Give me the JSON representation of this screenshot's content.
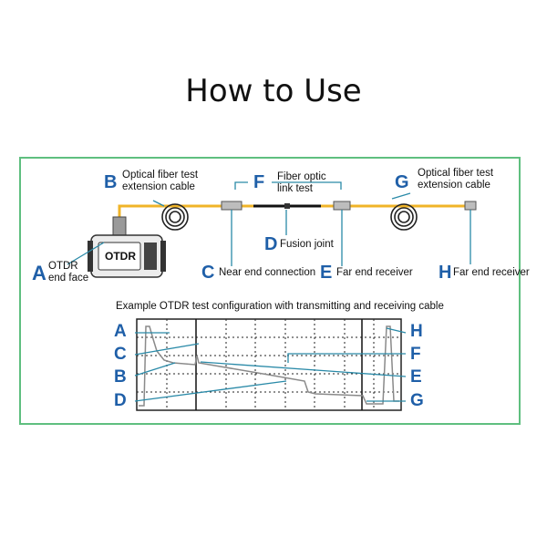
{
  "title": "How to Use",
  "labels": {
    "A": {
      "letter": "A",
      "text_1": "OTDR",
      "text_2": "end face"
    },
    "B": {
      "letter": "B",
      "text_1": "Optical fiber test",
      "text_2": "extension cable"
    },
    "C": {
      "letter": "C",
      "text_1": "Near end connection"
    },
    "D": {
      "letter": "D",
      "text_1": "Fusion joint"
    },
    "E": {
      "letter": "E",
      "text_1": "Far end receiver"
    },
    "F": {
      "letter": "F",
      "text_1": "Fiber optic",
      "text_2": "link test"
    },
    "G": {
      "letter": "G",
      "text_1": "Optical fiber test",
      "text_2": "extension cable"
    },
    "H": {
      "letter": "H",
      "text_1": "Far end receiver"
    }
  },
  "device_label": "OTDR",
  "caption": "Example OTDR test configuration with transmitting and receiving cable",
  "trace_letters": {
    "left": [
      "A",
      "C",
      "B",
      "D"
    ],
    "right": [
      "H",
      "F",
      "E",
      "G"
    ]
  },
  "colors": {
    "letter": "#1f5fa8",
    "fiber": "#f0b428",
    "frame": "#5fbf7f",
    "trace": "#8a8a8a",
    "callout": "#2a8aa8"
  }
}
